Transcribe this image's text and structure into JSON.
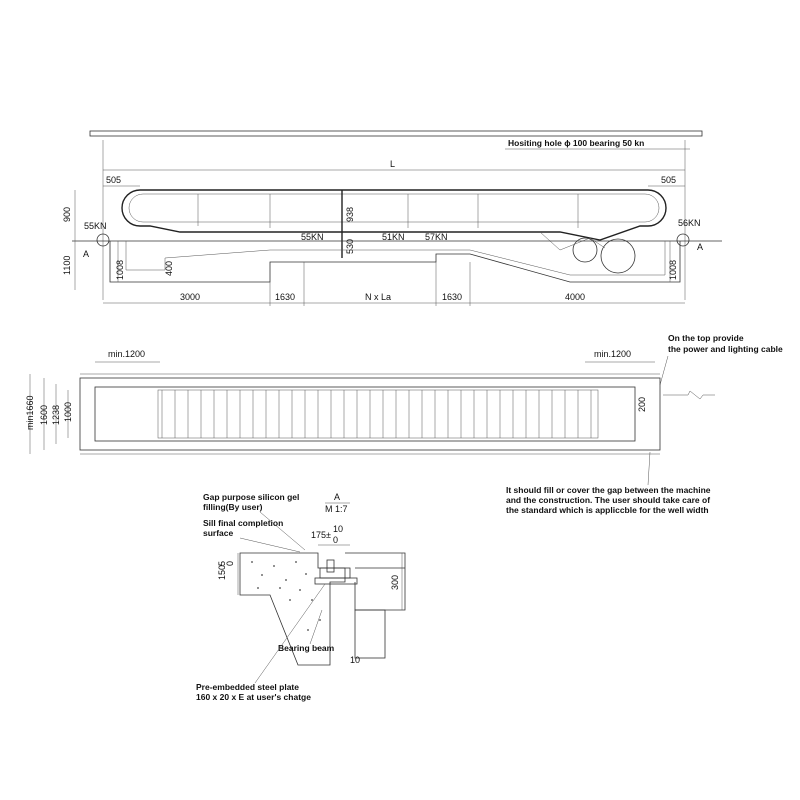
{
  "elevation": {
    "hoist_note": "Hositing hole ϕ 100 bearing 50 kn",
    "length": "L",
    "end_left": "505",
    "end_right": "505",
    "height_900": "900",
    "height_1100": "1100",
    "pit_1008_left": "1008",
    "pit_1008_right": "1008",
    "pit_400": "400",
    "truss_938": "938",
    "truss_530": "530",
    "load_left": "55KN",
    "load_right": "56KN",
    "load_mid_1": "55KN",
    "load_mid_2": "51KN",
    "load_mid_3": "57KN",
    "section_left": "A",
    "section_right": "A",
    "span_3000": "3000",
    "span_1630_a": "1630",
    "span_nxla": "N x La",
    "span_1630_b": "1630",
    "span_4000": "4000"
  },
  "plan": {
    "min_left": "min.1200",
    "min_right": "min.1200",
    "top_note_1": "On the top provide",
    "top_note_2": "the power and lighting cable",
    "w_1660": "min1660",
    "w_1600": "1600",
    "w_1238": "1238",
    "w_1000": "1000",
    "w_200": "200",
    "gap_note_1": "It should fill or cover the gap between the machine",
    "gap_note_2": "and the construction. The user should take care of",
    "gap_note_3": "the standard which is appliccble for the well width"
  },
  "detail": {
    "section_tag": "A",
    "scale": "M 1:7",
    "gap_note_1": "Gap purpose silicon gel",
    "gap_note_2": "filling(By user)",
    "sill_note_1": "Sill final completion",
    "sill_note_2": "surface",
    "dim_175": "175±",
    "tol_10": "10",
    "tol_0": "0",
    "dim_150": "150",
    "tol_5": "5",
    "tol_0b": "0",
    "dim_300": "300",
    "dim_10": "10",
    "beam_label": "Bearing beam",
    "plate_note_1": "Pre-embedded steel plate",
    "plate_note_2": "160 x 20 x E at user's chatge"
  }
}
